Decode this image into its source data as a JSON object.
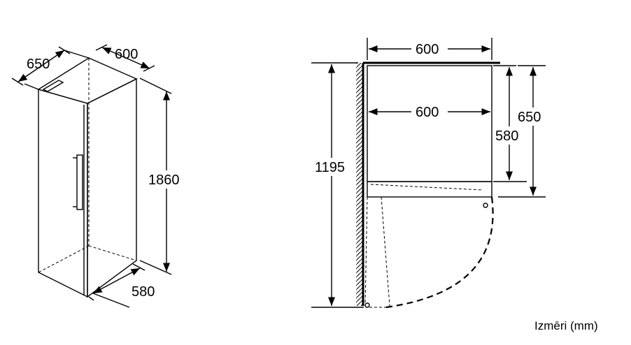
{
  "iso_view": {
    "width_label": "600",
    "depth_label": "650",
    "height_label": "1860",
    "depth_without_door_label": "580"
  },
  "plan_view": {
    "top_width_label": "600",
    "inner_width_label": "600",
    "height_label": "1195",
    "depth_label": "650",
    "depth_without_door_label": "580"
  },
  "caption": "Izmēri (mm)"
}
